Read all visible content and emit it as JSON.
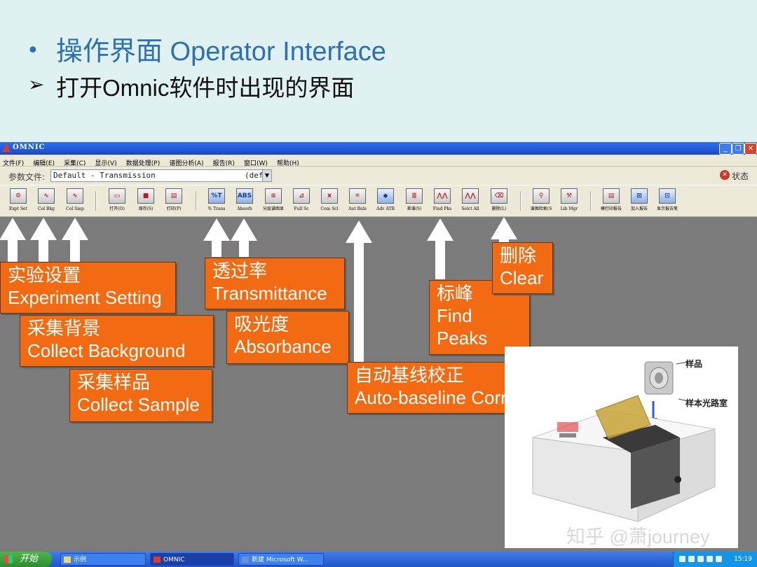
{
  "slide": {
    "bullet": "•",
    "title": "操作界面 Operator Interface",
    "arrow_bullet": "➢",
    "subtitle": "打开Omnic软件时出现的界面"
  },
  "window": {
    "title": "OMNIC",
    "menu": [
      "文件(F)",
      "编辑(E)",
      "采集(C)",
      "显示(V)",
      "数据处理(P)",
      "谱图分析(A)",
      "报告(R)",
      "窗口(W)",
      "帮助(H)"
    ],
    "param_label": "参数文件:",
    "param_value": "Default - Transmission",
    "param_def": "(def",
    "status_label": "状态",
    "toolbar": [
      {
        "label": "Expt Set",
        "icon": "expt-set-icon"
      },
      {
        "label": "Col Bkg",
        "icon": "col-bkg-icon"
      },
      {
        "label": "Col Smp",
        "icon": "col-smp-icon"
      },
      {
        "label": "打开(O)",
        "icon": "open-icon"
      },
      {
        "label": "保存(S)",
        "icon": "save-icon"
      },
      {
        "label": "打印(P)",
        "icon": "print-icon"
      },
      {
        "label": "% Trans",
        "icon": "trans-icon",
        "glyph": "%T"
      },
      {
        "label": "Absorb",
        "icon": "absorb-icon",
        "glyph": "ABS"
      },
      {
        "label": "分层谱图显",
        "icon": "stack-icon"
      },
      {
        "label": "Full Sc",
        "icon": "full-scale-icon"
      },
      {
        "label": "Com Scl",
        "icon": "common-scale-icon"
      },
      {
        "label": "Aut Bsln",
        "icon": "auto-baseline-icon"
      },
      {
        "label": "Adv ATR",
        "icon": "adv-atr-icon"
      },
      {
        "label": "差谱(S)",
        "icon": "subtract-icon"
      },
      {
        "label": "Find Pks",
        "icon": "find-peaks-icon"
      },
      {
        "label": "Selct All",
        "icon": "select-all-icon"
      },
      {
        "label": "删除(L)",
        "icon": "delete-icon"
      },
      {
        "label": "谱图检索(S",
        "icon": "search-icon"
      },
      {
        "label": "Lib Mgr",
        "icon": "lib-mgr-icon"
      },
      {
        "label": "模打印报告",
        "icon": "print-report-icon"
      },
      {
        "label": "加入报告",
        "icon": "add-report-icon"
      },
      {
        "label": "显示报告笔",
        "icon": "show-report-icon"
      }
    ]
  },
  "callouts": {
    "experiment": {
      "cn": "实验设置",
      "en": "Experiment Setting"
    },
    "background": {
      "cn": "采集背景",
      "en": "Collect Background"
    },
    "sample": {
      "cn": "采集样品",
      "en": "Collect Sample"
    },
    "transmittance": {
      "cn": "透过率",
      "en": "Transmittance"
    },
    "absorbance": {
      "cn": "吸光度",
      "en": "Absorbance"
    },
    "baseline": {
      "cn": "自动基线校正",
      "en": "Auto-baseline Correct"
    },
    "peaks": {
      "cn": "标峰",
      "en": "Find",
      "en2": "Peaks"
    },
    "clear": {
      "cn": "删除",
      "en": "Clear"
    }
  },
  "photo": {
    "label_sample": "样品",
    "label_chamber": "样本光路室",
    "watermark": "知乎 @萧journey"
  },
  "taskbar": {
    "start": "开始",
    "tasks": [
      "示例",
      "OMNIC",
      "新建 Microsoft W..."
    ],
    "clock": "15:19"
  },
  "colors": {
    "callout": "#f26a11",
    "workspace": "#7b7b7b",
    "slide_bg": "#dff1f1",
    "title_blue": "#2f6fb3"
  }
}
